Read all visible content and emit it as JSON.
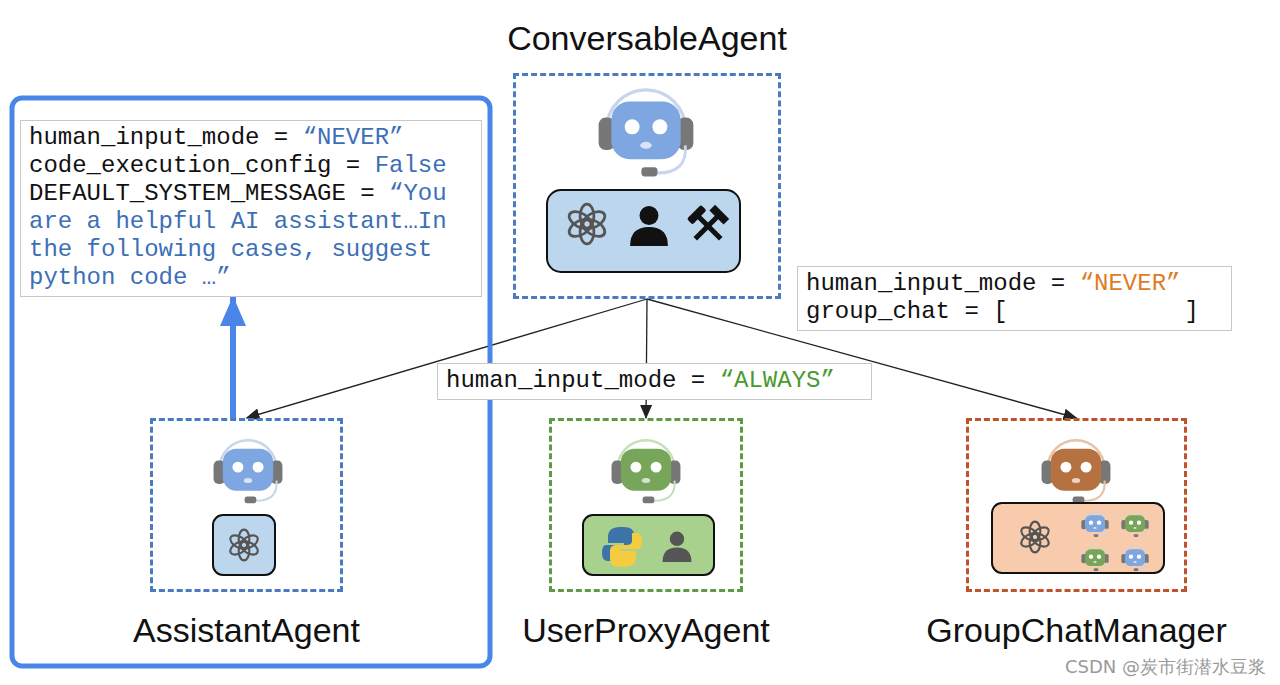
{
  "diagram": {
    "nodes": [
      {
        "text": [
          "ConversableAgent"
        ]
      },
      {
        "text": [
          "human_input_mode =",
          "“NEVER”",
          "code_execution_config =",
          "False",
          "DEFAULT_SYSTEM_MESSAGE =",
          "“You are a helpful AI assistant…In the following cases, suggest python code …”"
        ]
      },
      {
        "text": [
          "human_input_mode =",
          "“NEVER”",
          "group_chat = [",
          "]"
        ]
      },
      {
        "text": [
          "human_input_mode =",
          "“ALWAYS”"
        ]
      },
      {
        "text": [
          "AssistantAgent"
        ]
      },
      {
        "text": [
          "UserProxyAgent"
        ]
      },
      {
        "text": [
          "GroupChatManager"
        ]
      }
    ],
    "edges": [
      {
        "from": 0,
        "to": 4,
        "arrow": "to"
      },
      {
        "from": 0,
        "to": 5,
        "arrow": "to"
      },
      {
        "from": 0,
        "to": 6,
        "arrow": "to"
      },
      {
        "from": 4,
        "to": 1,
        "arrow": "to"
      }
    ],
    "labels": [
      "CSDN @炭市街潜水豆浆"
    ]
  }
}
